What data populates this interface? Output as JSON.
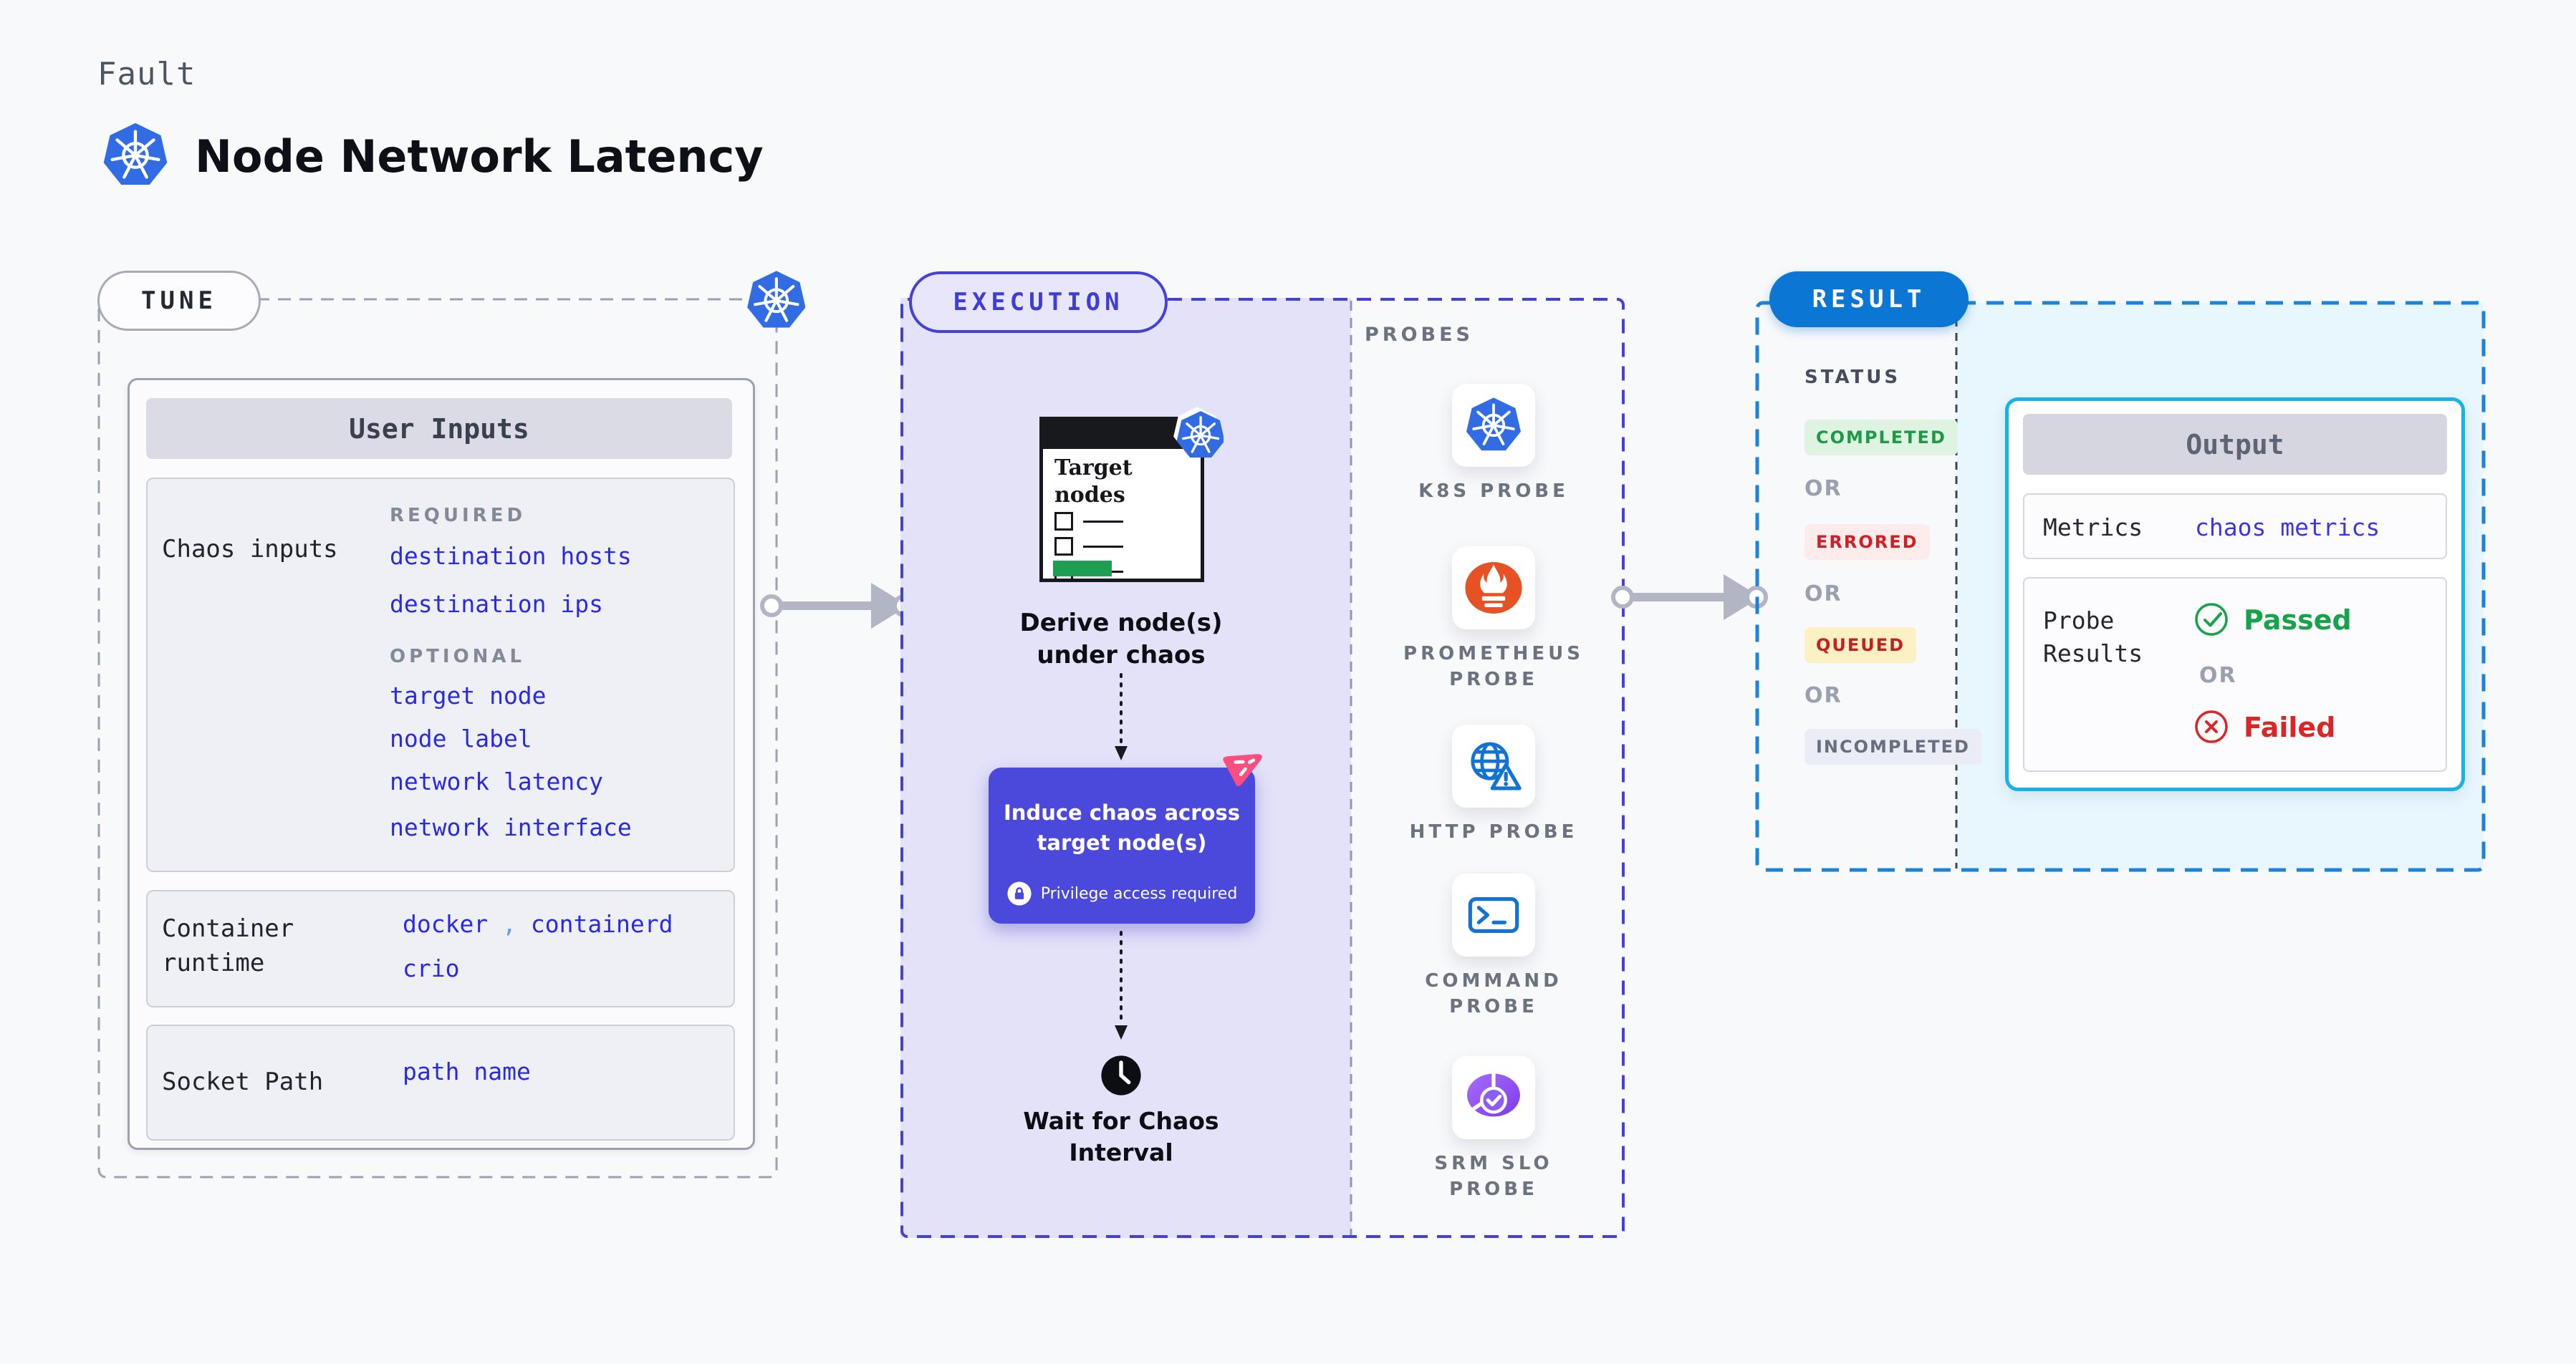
{
  "header": {
    "kicker": "Fault",
    "title": "Node Network Latency"
  },
  "tune": {
    "badge": "TUNE",
    "card_title": "User Inputs",
    "chaos_row": {
      "label": "Chaos inputs",
      "required_heading": "REQUIRED",
      "required_links": [
        "destination hosts",
        "destination ips"
      ],
      "optional_heading": "OPTIONAL",
      "optional_links": [
        "target node",
        "node label",
        "network latency",
        "network interface"
      ]
    },
    "runtime_row": {
      "label": "Container runtime",
      "value_1": "docker",
      "comma": ",",
      "value_2": "containerd",
      "value_3": "crio"
    },
    "socket_row": {
      "label": "Socket Path",
      "value": "path name"
    }
  },
  "execution": {
    "badge": "EXECUTION",
    "target_card_title": "Target nodes",
    "step_derive": "Derive node(s) under chaos",
    "step_induce": "Induce chaos across target node(s)",
    "privilege_note": "Privilege access required",
    "step_wait": "Wait for Chaos Interval"
  },
  "probes": {
    "heading": "PROBES",
    "items": [
      {
        "label": "K8S PROBE",
        "icon": "kubernetes-icon"
      },
      {
        "label": "PROMETHEUS PROBE",
        "icon": "prometheus-icon"
      },
      {
        "label": "HTTP PROBE",
        "icon": "http-probe-icon"
      },
      {
        "label": "COMMAND PROBE",
        "icon": "command-probe-icon"
      },
      {
        "label": "SRM SLO PROBE",
        "icon": "srm-slo-probe-icon"
      }
    ]
  },
  "result": {
    "badge": "RESULT",
    "status_heading": "STATUS",
    "or_label": "OR",
    "statuses": [
      {
        "label": "COMPLETED",
        "fg": "#1c9a44",
        "bg": "#def3e2"
      },
      {
        "label": "ERRORED",
        "fg": "#ce2127",
        "bg": "#fdecec"
      },
      {
        "label": "QUEUED",
        "fg": "#c32127",
        "bg": "#fcf0c5"
      },
      {
        "label": "INCOMPLETED",
        "fg": "#666e80",
        "bg": "#eaedf4"
      }
    ],
    "output": {
      "title": "Output",
      "metrics_label": "Metrics",
      "metrics_value": "chaos metrics",
      "probe_results_label": "Probe Results",
      "or_label": "OR",
      "passed_label": "Passed",
      "failed_label": "Failed"
    }
  },
  "colors": {
    "accent_indigo": "#4440d8",
    "accent_blue": "#0b76d4",
    "accent_cyan": "#16b2e8",
    "link_blue": "#2a2ae4",
    "passed_green": "#16a34a",
    "failed_red": "#dc2626",
    "execution_bg": "#e3e2f9",
    "result_bg": "#e8f6fd",
    "induce_box": "#4b48dc"
  }
}
